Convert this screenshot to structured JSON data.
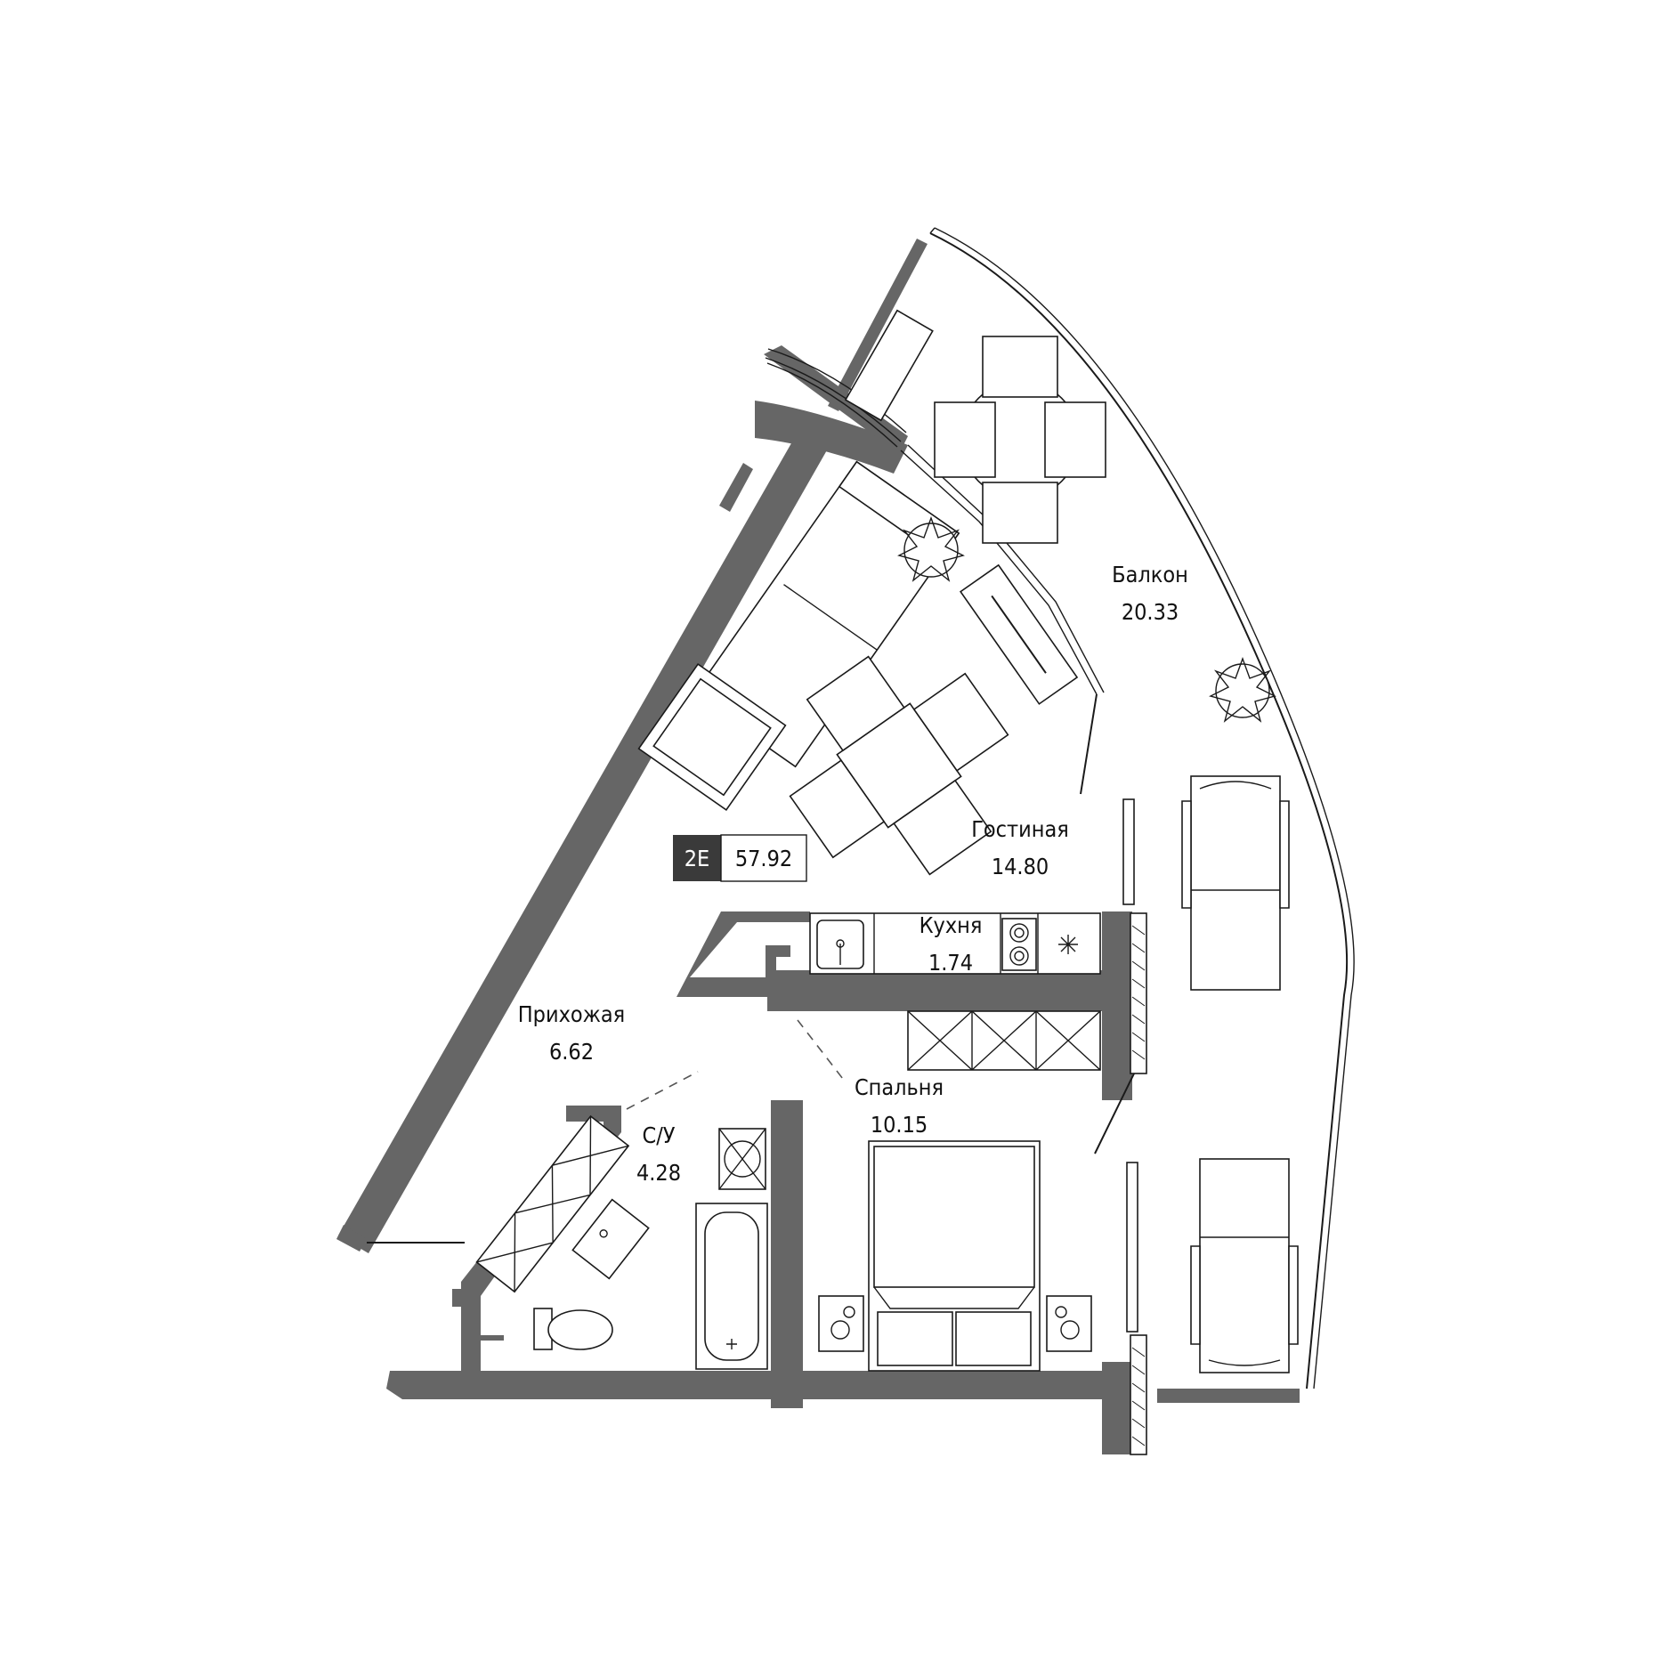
{
  "unit": {
    "code": "2E",
    "total_area": "57.92"
  },
  "rooms": [
    {
      "id": "balcony",
      "name": "Балкон",
      "area": "20.33"
    },
    {
      "id": "living",
      "name": "Гостиная",
      "area": "14.80"
    },
    {
      "id": "kitchen",
      "name": "Кухня",
      "area": "1.74"
    },
    {
      "id": "hallway",
      "name": "Прихожая",
      "area": "6.62"
    },
    {
      "id": "bedroom",
      "name": "Спальня",
      "area": "10.15"
    },
    {
      "id": "bathroom",
      "name": "С/У",
      "area": "4.28"
    }
  ],
  "colors": {
    "wall": "#666666",
    "badge_bg": "#3a3a3a",
    "line": "#1a1a1a"
  }
}
